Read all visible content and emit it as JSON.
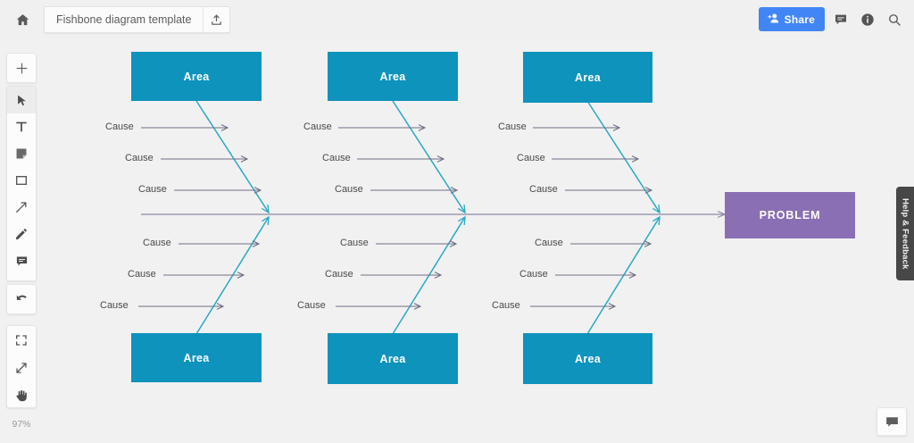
{
  "header": {
    "home_icon": "home-icon",
    "document_title": "Fishbone diagram template",
    "upload_icon": "upload-icon",
    "share_label": "Share",
    "share_icon": "person-add-icon",
    "comment_icon": "comment-icon",
    "info_icon": "info-icon",
    "search_icon": "search-icon",
    "share_color": "#4285f4",
    "background": "#f0f0f0"
  },
  "toolbar": {
    "add": {
      "icon": "plus-icon",
      "label": "Add"
    },
    "tools": [
      {
        "icon": "cursor-select-icon",
        "label": "Select",
        "active": true
      },
      {
        "icon": "text-icon",
        "label": "Text",
        "active": false
      },
      {
        "icon": "sticky-note-icon",
        "label": "Sticky note",
        "active": false
      },
      {
        "icon": "rectangle-icon",
        "label": "Shape",
        "active": false
      },
      {
        "icon": "arrow-icon",
        "label": "Connector",
        "active": false
      },
      {
        "icon": "pencil-icon",
        "label": "Pen",
        "active": false
      },
      {
        "icon": "comment-icon",
        "label": "Comment",
        "active": false
      }
    ],
    "undo": {
      "icon": "undo-icon",
      "label": "Undo"
    },
    "view_tools": [
      {
        "icon": "fit-screen-icon",
        "label": "Fit to screen"
      },
      {
        "icon": "expand-arrows-icon",
        "label": "Full screen"
      },
      {
        "icon": "hand-pan-icon",
        "label": "Pan"
      }
    ],
    "zoom_level": "97%"
  },
  "chart_data": {
    "type": "diagram",
    "diagram_type": "fishbone",
    "title": "Fishbone diagram template",
    "problem": {
      "label": "PROBLEM",
      "color": "#8a6fb4"
    },
    "spine_color": "#8d8aa8",
    "bone_color": "#2ba8c4",
    "cause_arrow_color": "#6f6f86",
    "area_color": "#0e93bd",
    "branches": [
      {
        "position": "top",
        "column": 1,
        "area_label": "Area",
        "causes": [
          "Cause",
          "Cause",
          "Cause"
        ]
      },
      {
        "position": "top",
        "column": 2,
        "area_label": "Area",
        "causes": [
          "Cause",
          "Cause",
          "Cause"
        ]
      },
      {
        "position": "top",
        "column": 3,
        "area_label": "Area",
        "causes": [
          "Cause",
          "Cause",
          "Cause"
        ]
      },
      {
        "position": "bottom",
        "column": 1,
        "area_label": "Area",
        "causes": [
          "Cause",
          "Cause",
          "Cause"
        ]
      },
      {
        "position": "bottom",
        "column": 2,
        "area_label": "Area",
        "causes": [
          "Cause",
          "Cause",
          "Cause"
        ]
      },
      {
        "position": "bottom",
        "column": 3,
        "area_label": "Area",
        "causes": [
          "Cause",
          "Cause",
          "Cause"
        ]
      }
    ]
  },
  "boxes": {
    "top": [
      {
        "label": "Area"
      },
      {
        "label": "Area"
      },
      {
        "label": "Area"
      }
    ],
    "bottom": [
      {
        "label": "Area"
      },
      {
        "label": "Area"
      },
      {
        "label": "Area"
      }
    ],
    "problem": {
      "label": "PROBLEM"
    }
  },
  "causes": {
    "col1_top": [
      "Cause",
      "Cause",
      "Cause"
    ],
    "col2_top": [
      "Cause",
      "Cause",
      "Cause"
    ],
    "col3_top": [
      "Cause",
      "Cause",
      "Cause"
    ],
    "col1_bottom": [
      "Cause",
      "Cause",
      "Cause"
    ],
    "col2_bottom": [
      "Cause",
      "Cause",
      "Cause"
    ],
    "col3_bottom": [
      "Cause",
      "Cause",
      "Cause"
    ]
  },
  "side_panel": {
    "help_feedback_label": "Help & Feedback"
  },
  "footer": {
    "feedback_bubble_icon": "chat-bubble-icon"
  }
}
